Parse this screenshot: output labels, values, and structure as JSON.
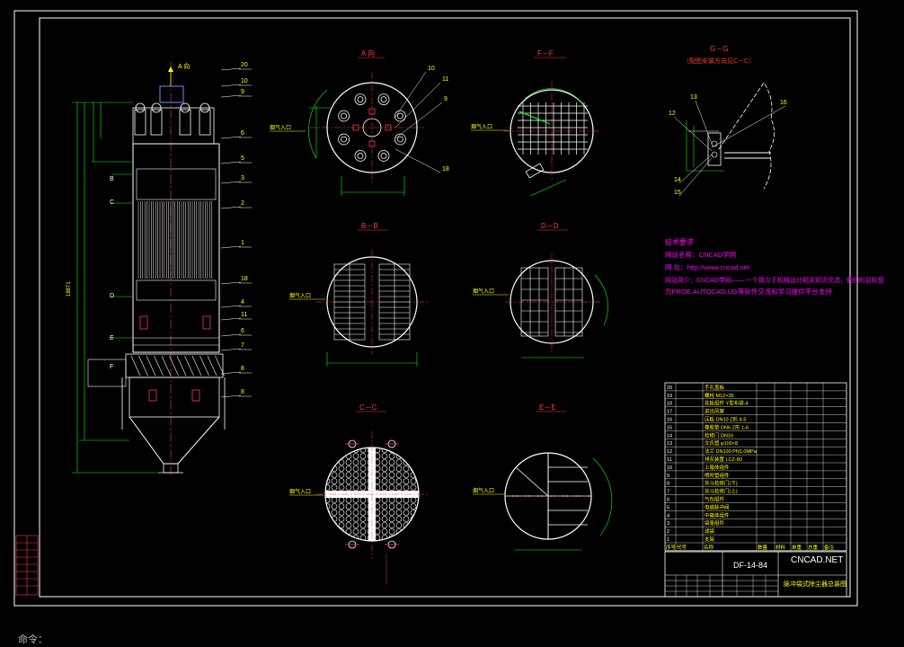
{
  "views": {
    "a_view": "A 向",
    "f_section": "F－F",
    "b_section": "B－B",
    "d_section": "D－D",
    "c_section": "C－C",
    "e_section": "E－E",
    "g_section": "G－G",
    "g_note": "（配图安装方向见C－C）"
  },
  "elevation": {
    "a_dir": "A 向",
    "labels_left": [
      "B",
      "C",
      "D",
      "E",
      "F"
    ],
    "balloons": [
      "20",
      "10",
      "9",
      "6",
      "5",
      "3",
      "2",
      "1",
      "18",
      "4",
      "11",
      "6",
      "7",
      "8",
      "8"
    ],
    "overall_dim": "18871"
  },
  "a_view_balloons": [
    "10",
    "11",
    "9",
    "18"
  ],
  "inlet_label": "烟气入口",
  "g_balloons": [
    "13",
    "16",
    "12",
    "14",
    "15"
  ],
  "tech": {
    "title": "技术要求",
    "lines": [
      "网站名称：CNCAD学网",
      "网    址：http://www.cncad.net",
      "网站简介：CNCAD学网—— 一个致力于机械设计相关知识交流，我们的目标是",
      "为PROE,AUTOCAD,UG等软件交流和学习提供平台支持"
    ]
  },
  "bom": {
    "rows": [
      {
        "no": "20",
        "name": "手孔盖板"
      },
      {
        "no": "19",
        "name": "螺栓 M12×35"
      },
      {
        "no": "18",
        "name": "花板组件 Y型布袋-4"
      },
      {
        "no": "17",
        "name": "进出风管"
      },
      {
        "no": "16",
        "name": "压板 DN10 Z形 4-5"
      },
      {
        "no": "15",
        "name": "橡胶垫 DN6 Z形 1-6"
      },
      {
        "no": "14",
        "name": "检修门 DN16"
      },
      {
        "no": "13",
        "name": "文氏管 φ100×8"
      },
      {
        "no": "12",
        "name": "法兰 DN100 PN1.0MPa"
      },
      {
        "no": "11",
        "name": "排灰装置 LCZ-80"
      },
      {
        "no": "10",
        "name": "上箱体组件"
      },
      {
        "no": "9",
        "name": "喷吹管组件"
      },
      {
        "no": "8",
        "name": "灰斗检修门(下)"
      },
      {
        "no": "7",
        "name": "灰斗检修门(上)"
      },
      {
        "no": "6",
        "name": "气包组件"
      },
      {
        "no": "5",
        "name": "电磁脉冲阀"
      },
      {
        "no": "4",
        "name": "中箱体组件"
      },
      {
        "no": "3",
        "name": "袋笼组件"
      },
      {
        "no": "2",
        "name": "滤袋"
      },
      {
        "no": "1",
        "name": "支架"
      }
    ],
    "header": [
      "序号",
      "代号",
      "名称",
      "数量",
      "材料",
      "单重",
      "总重",
      "备注"
    ],
    "drawing_no": "DF-14-84",
    "company": "CNCAD.NET",
    "title": "脉冲袋式除尘器总装图"
  },
  "command_line": "命令：",
  "colors": {
    "background": "#000000",
    "frame": "#ffffff",
    "geometry": "#ffffff",
    "dimension": "#00ff00",
    "text_label": "#ffff00",
    "section_label": "#ff3b3b",
    "center_line": "#ff3b3b",
    "note_text": "#ff00ff",
    "link_text": "#ffffff",
    "shell": "#6e8cff"
  }
}
